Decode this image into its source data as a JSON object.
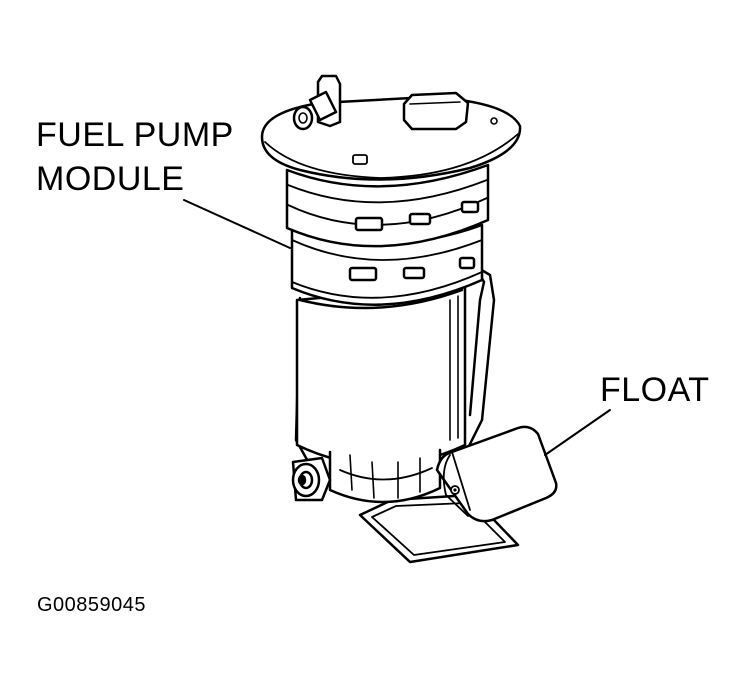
{
  "labels": {
    "fuel_pump_module_line1": "FUEL PUMP",
    "fuel_pump_module_line2": "MODULE",
    "float": "FLOAT",
    "figure_code": "G00859045"
  },
  "colors": {
    "stroke": "#000000",
    "background": "#ffffff"
  }
}
